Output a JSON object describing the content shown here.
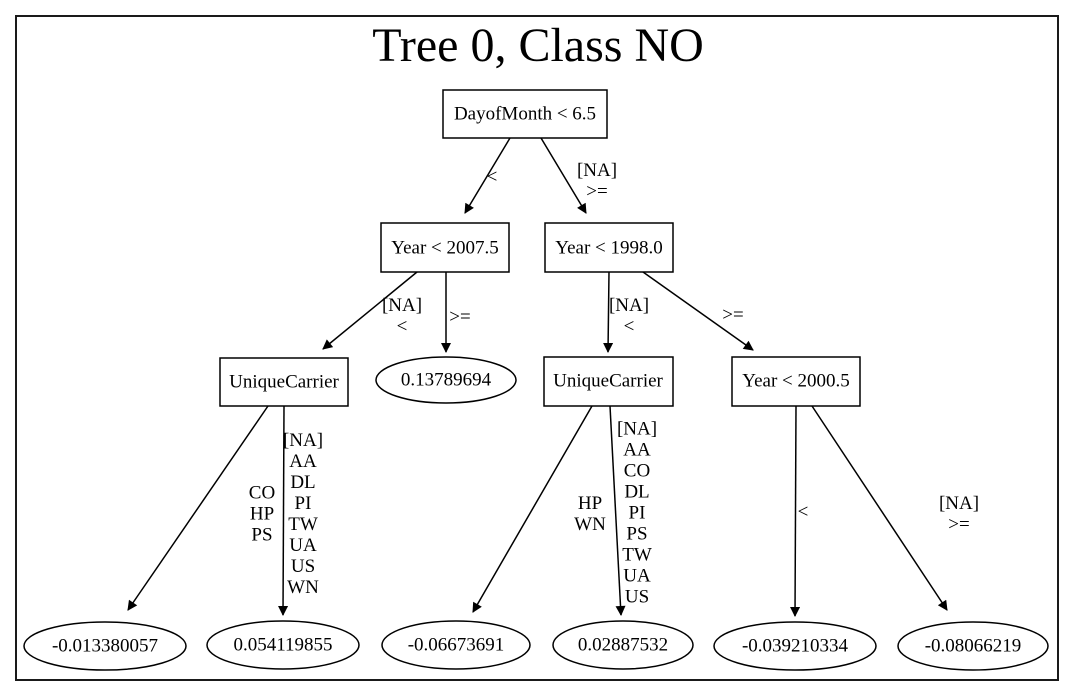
{
  "title": "Tree 0, Class NO",
  "diagram_type": "decision-tree",
  "colors": {
    "background": "#ffffff",
    "stroke": "#000000",
    "frame": "#1a1a1a"
  },
  "nodes": {
    "root": {
      "label": "DayofMonth < 6.5",
      "shape": "box"
    },
    "year_left": {
      "label": "Year < 2007.5",
      "shape": "box"
    },
    "year_right": {
      "label": "Year < 1998.0",
      "shape": "box"
    },
    "carrier_left": {
      "label": "UniqueCarrier",
      "shape": "box"
    },
    "leaf_mid_left": {
      "label": "0.13789694",
      "shape": "ellipse"
    },
    "carrier_mid": {
      "label": "UniqueCarrier",
      "shape": "box"
    },
    "year_2000": {
      "label": "Year < 2000.5",
      "shape": "box"
    },
    "leaf_1": {
      "label": "-0.013380057",
      "shape": "ellipse"
    },
    "leaf_2": {
      "label": "0.054119855",
      "shape": "ellipse"
    },
    "leaf_3": {
      "label": "-0.06673691",
      "shape": "ellipse"
    },
    "leaf_4": {
      "label": "0.02887532",
      "shape": "ellipse"
    },
    "leaf_5": {
      "label": "-0.039210334",
      "shape": "ellipse"
    },
    "leaf_6": {
      "label": "-0.08066219",
      "shape": "ellipse"
    }
  },
  "edges": {
    "root_to_year_left": {
      "from": "root",
      "to": "year_left",
      "label": "<"
    },
    "root_to_year_right": {
      "from": "root",
      "to": "year_right",
      "label": "[NA]\n>="
    },
    "year_left_to_carrier": {
      "from": "year_left",
      "to": "carrier_left",
      "label": "[NA]\n<"
    },
    "year_left_to_leaf": {
      "from": "year_left",
      "to": "leaf_mid_left",
      "label": ">="
    },
    "year_right_to_carrier": {
      "from": "year_right",
      "to": "carrier_mid",
      "label": "[NA]\n<"
    },
    "year_right_to_year2000": {
      "from": "year_right",
      "to": "year_2000",
      "label": ">="
    },
    "carrier_left_to_leaf1": {
      "from": "carrier_left",
      "to": "leaf_1",
      "label": "CO\nHP\nPS"
    },
    "carrier_left_to_leaf2": {
      "from": "carrier_left",
      "to": "leaf_2",
      "label": "[NA]\nAA\nDL\nPI\nTW\nUA\nUS\nWN"
    },
    "carrier_mid_to_leaf3": {
      "from": "carrier_mid",
      "to": "leaf_3",
      "label": "HP\nWN"
    },
    "carrier_mid_to_leaf4": {
      "from": "carrier_mid",
      "to": "leaf_4",
      "label": "[NA]\nAA\nCO\nDL\nPI\nPS\nTW\nUA\nUS"
    },
    "year2000_to_leaf5": {
      "from": "year_2000",
      "to": "leaf_5",
      "label": "<"
    },
    "year2000_to_leaf6": {
      "from": "year_2000",
      "to": "leaf_6",
      "label": "[NA]\n>="
    }
  }
}
